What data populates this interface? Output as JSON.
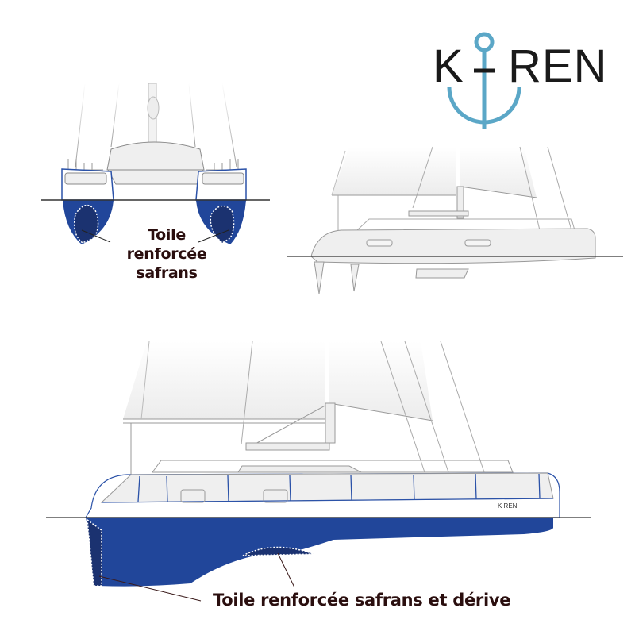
{
  "brand": {
    "logo_left": "K",
    "logo_right": "REN",
    "logo_full": "KAREN",
    "logo_accent_color": "#5ba7c7",
    "logo_text_color": "#1a1a1a",
    "small_hull_logo": "K REN"
  },
  "views": {
    "front": {
      "label_lines": [
        "Toile",
        "renforcée",
        "safrans"
      ]
    },
    "side_plain": {},
    "side_covered": {
      "label": "Toile renforcée safrans et dérive"
    }
  },
  "colors": {
    "hull_cover": "#21469a",
    "reinforced": "#1b3270",
    "outline_blue": "#2b52a8",
    "boat_grey": "#efefef",
    "line_grey": "#8a8a8a",
    "waterline": "#333333",
    "label_text": "#2a0e0e"
  }
}
